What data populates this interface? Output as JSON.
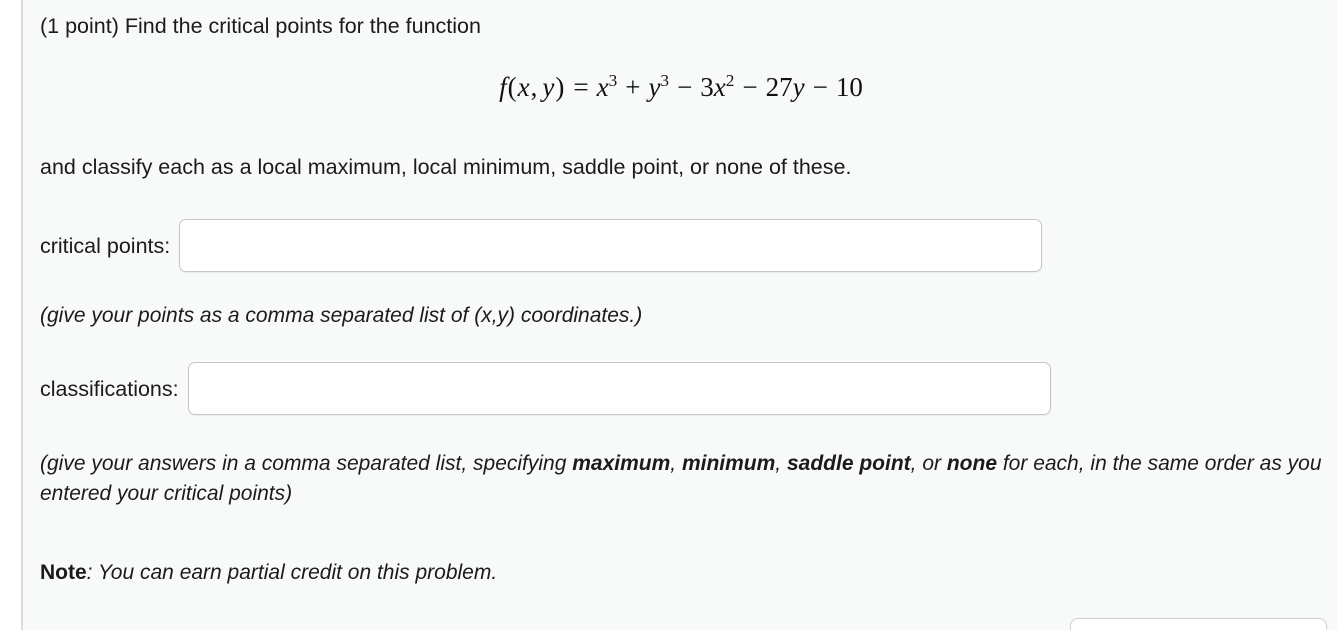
{
  "problem": {
    "points_label": "(1 point)",
    "prompt": "(1 point) Find the critical points for the function",
    "classify_sentence": "and classify each as a local maximum, local minimum, saddle point, or none of these.",
    "note_label": "Note",
    "note_text": ": You can earn partial credit on this problem."
  },
  "formula": {
    "plain": "f(x, y) = x^3 + y^3 - 3x^2 - 27y - 10",
    "f": "f",
    "open_paren": "(",
    "var_x": "x",
    "comma": ",",
    "var_y": "y",
    "close_paren": ")",
    "equals": "=",
    "term1_base": "x",
    "term1_exp": "3",
    "plus": "+",
    "term2_base": "y",
    "term2_exp": "3",
    "minus1": "−",
    "term3_coeff": "3",
    "term3_base": "x",
    "term3_exp": "2",
    "minus2": "−",
    "term4_coeff": "27",
    "term4_base": "y",
    "minus3": "−",
    "term5": "10"
  },
  "fields": {
    "critical_points": {
      "label": "critical points:",
      "value": "",
      "placeholder": ""
    },
    "classifications": {
      "label": "classifications:",
      "value": "",
      "placeholder": ""
    }
  },
  "hints": {
    "points": "(give your points as a comma separated list of (x,y) coordinates.)",
    "classifications": {
      "part1": "(give your answers in a comma separated list, specifying ",
      "bold1": "maximum",
      "sep1": ", ",
      "bold2": "minimum",
      "sep2": ", ",
      "bold3": "saddle point",
      "sep3": ", or ",
      "bold4": "none",
      "part2": " for each, in the same order as you entered your critical points)"
    }
  },
  "colors": {
    "panel_background": "#f8f9f9",
    "page_background": "#ffffff",
    "text": "#1b1b1b",
    "input_border": "#c6c6c6",
    "panel_border": "#dcdcdc"
  }
}
